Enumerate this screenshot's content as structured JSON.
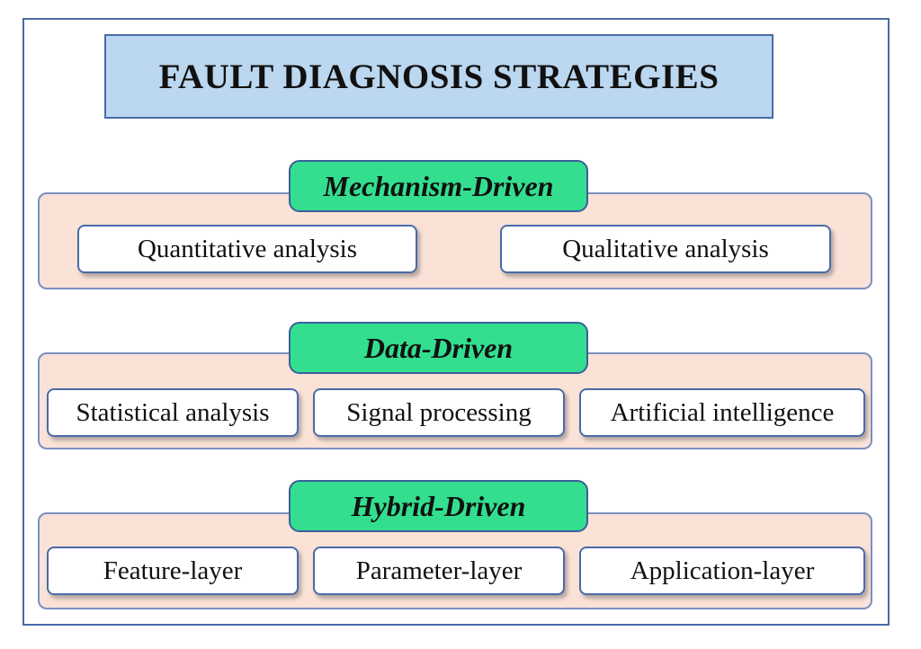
{
  "title": "FAULT DIAGNOSIS STRATEGIES",
  "sections": [
    {
      "label": "Mechanism-Driven",
      "items": [
        "Quantitative analysis",
        "Qualitative analysis"
      ]
    },
    {
      "label": "Data-Driven",
      "items": [
        "Statistical analysis",
        "Signal processing",
        "Artificial intelligence"
      ]
    },
    {
      "label": "Hybrid-Driven",
      "items": [
        "Feature-layer",
        "Parameter-layer",
        "Application-layer"
      ]
    }
  ],
  "colors": {
    "frame_border": "#4a6ba8",
    "title_fill": "#bcd7f0",
    "section_fill": "#fae2d7",
    "label_fill": "#33df8f",
    "item_fill": "#ffffff"
  }
}
